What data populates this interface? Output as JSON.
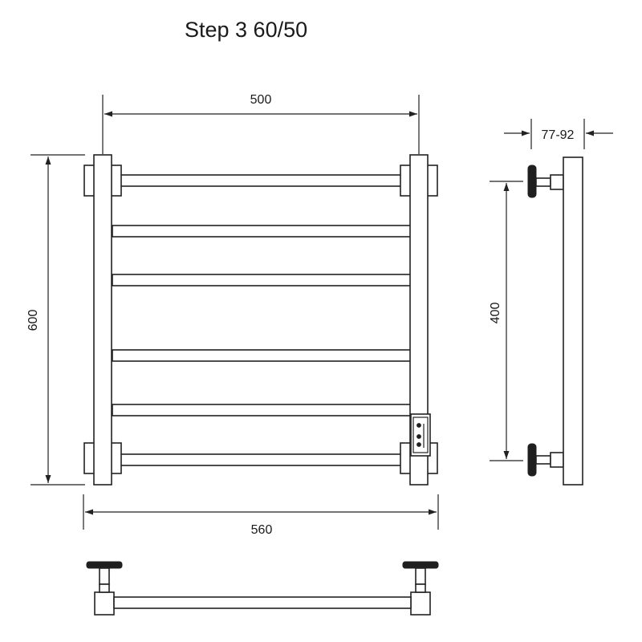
{
  "title": "Step 3 60/50",
  "dimensions": {
    "width": "500",
    "height": "600",
    "total_width": "560",
    "mount_spacing": "400",
    "wall_offset": "77-92"
  },
  "colors": {
    "line": "#222222",
    "background": "#ffffff"
  }
}
